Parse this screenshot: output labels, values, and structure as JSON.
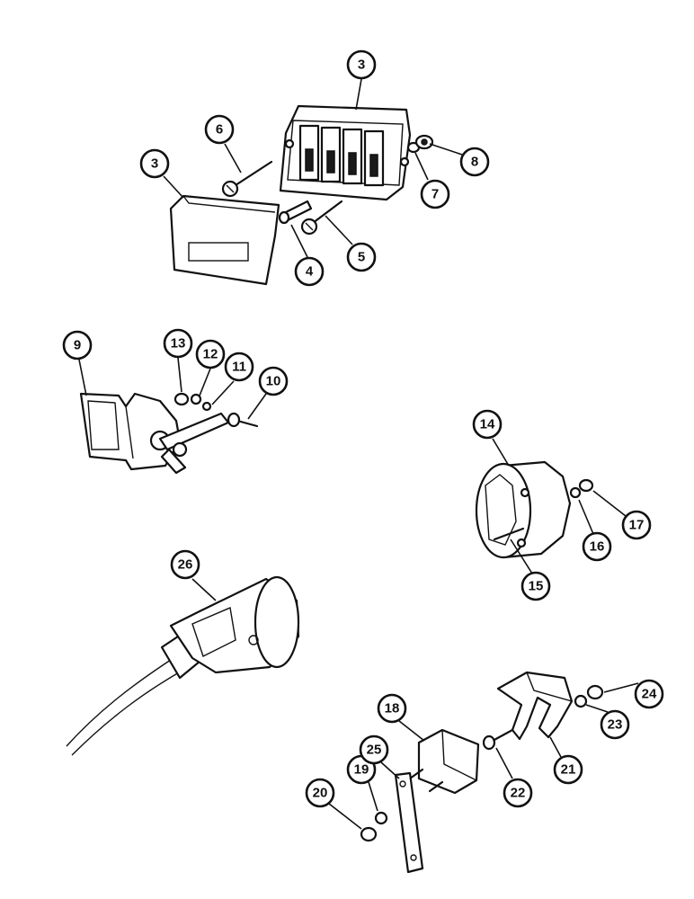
{
  "callouts": [
    {
      "id": "c3a",
      "label": "3"
    },
    {
      "id": "c3b",
      "label": "3"
    },
    {
      "id": "c4",
      "label": "4"
    },
    {
      "id": "c5",
      "label": "5"
    },
    {
      "id": "c6",
      "label": "6"
    },
    {
      "id": "c7",
      "label": "7"
    },
    {
      "id": "c8",
      "label": "8"
    },
    {
      "id": "c9",
      "label": "9"
    },
    {
      "id": "c10",
      "label": "10"
    },
    {
      "id": "c11",
      "label": "11"
    },
    {
      "id": "c12",
      "label": "12"
    },
    {
      "id": "c13",
      "label": "13"
    },
    {
      "id": "c14",
      "label": "14"
    },
    {
      "id": "c15",
      "label": "15"
    },
    {
      "id": "c16",
      "label": "16"
    },
    {
      "id": "c17",
      "label": "17"
    },
    {
      "id": "c18",
      "label": "18"
    },
    {
      "id": "c19",
      "label": "19"
    },
    {
      "id": "c20",
      "label": "20"
    },
    {
      "id": "c21",
      "label": "21"
    },
    {
      "id": "c22",
      "label": "22"
    },
    {
      "id": "c23",
      "label": "23"
    },
    {
      "id": "c24",
      "label": "24"
    },
    {
      "id": "c25",
      "label": "25"
    },
    {
      "id": "c26",
      "label": "26"
    }
  ]
}
